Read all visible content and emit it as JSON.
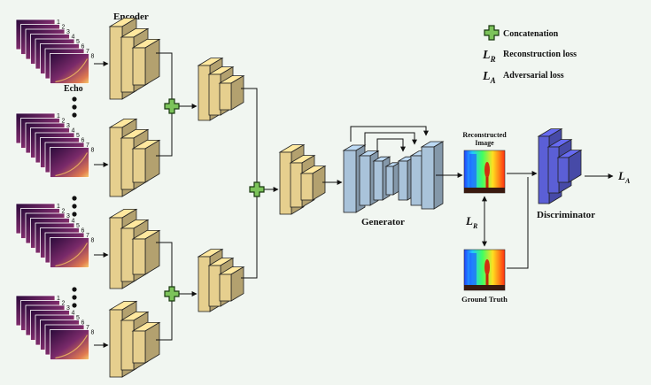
{
  "labels": {
    "encoder": "Encoder",
    "echo": "Echo",
    "generator": "Generator",
    "discriminator": "Discriminator",
    "reconstructed_line1": "Reconstructed",
    "reconstructed_line2": "Image",
    "ground_truth": "Ground Truth"
  },
  "legend": {
    "concat": "Concatenation",
    "recon_symbol": "L",
    "recon_sub": "R",
    "recon_text": "Reconstruction loss",
    "adv_symbol": "L",
    "adv_sub": "A",
    "adv_text": "Adversarial loss"
  },
  "losses": {
    "between_images_symbol": "L",
    "between_images_sub": "R",
    "output_symbol": "L",
    "output_sub": "A"
  },
  "echo_stack": {
    "frame_numbers": [
      "1",
      "2",
      "3",
      "4",
      "5",
      "6",
      "7",
      "8"
    ]
  },
  "colors": {
    "encoder_block": "#e6cf8e",
    "generator_block": "#a9c3da",
    "discriminator_block": "#5b5fd6",
    "concat_plus": "#7cc35a",
    "background": "#f1f6f1"
  }
}
